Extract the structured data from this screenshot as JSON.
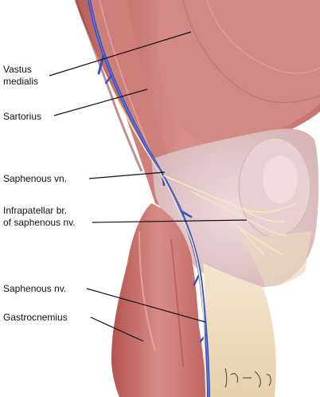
{
  "labels": {
    "vastus_medialis_line1": "Vastus",
    "vastus_medialis_line2": "medialis",
    "sartorius": "Sartorius",
    "saphenous_vein": "Saphenous vn.",
    "infrapatellar_line1": "Infrapatellar br.",
    "infrapatellar_line2": "of saphenous nv.",
    "saphenous_nerve": "Saphenous nv.",
    "gastrocnemius": "Gastrocnemius"
  },
  "signature": "Dei Als",
  "colors": {
    "background": "#ffffff",
    "muscle_light": "#dd9c97",
    "muscle_mid": "#c8716c",
    "muscle_dark": "#a84c4a",
    "fascia": "#e2c8cc",
    "tendon": "#efdfc4",
    "vein": "#3b4fbf",
    "nerve": "#f2ecb8",
    "leader_line": "#111111"
  }
}
